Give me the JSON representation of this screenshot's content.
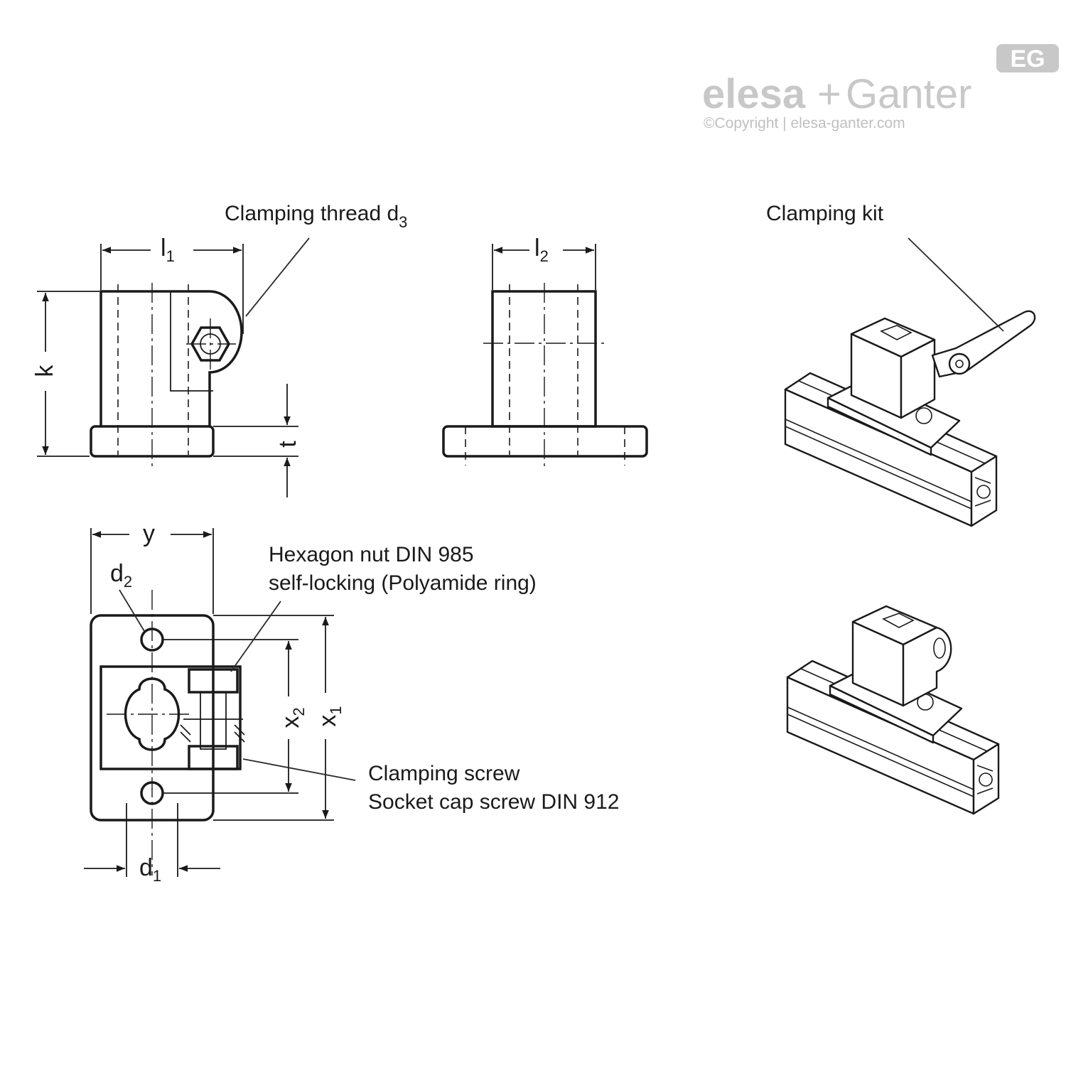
{
  "logo": {
    "brand_left": "elesa",
    "plus": "+",
    "brand_right": "Ganter",
    "badge": "EG",
    "copyright": "©Copyright | elesa-ganter.com"
  },
  "labels": {
    "clamping_thread": "Clamping thread d",
    "clamping_thread_sub": "3",
    "clamping_kit": "Clamping kit",
    "hex_nut_line1": "Hexagon nut DIN 985",
    "hex_nut_line2": "self-locking (Polyamide ring)",
    "clamp_screw_line1": "Clamping screw",
    "clamp_screw_line2": "Socket cap screw DIN 912"
  },
  "dimensions": {
    "l1": "l",
    "l1_sub": "1",
    "l2": "l",
    "l2_sub": "2",
    "k": "k",
    "t": "t",
    "y": "y",
    "d2": "d",
    "d2_sub": "2",
    "d1": "d",
    "d1_sub": "1",
    "x2": "x",
    "x2_sub": "2",
    "x1": "x",
    "x1_sub": "1"
  }
}
